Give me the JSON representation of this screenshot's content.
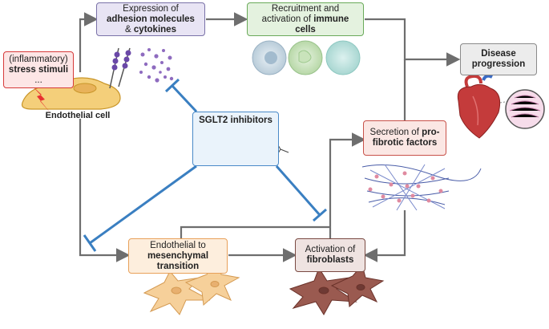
{
  "stress": {
    "line1": "(inflammatory)",
    "line2": "stress stimuli",
    "line3": "..."
  },
  "endothelial_cell": "Endothelial cell",
  "adhesion": {
    "line1": "Expression of",
    "bold1": "adhesion molecules",
    "line2": "& ",
    "bold2": "cytokines"
  },
  "recruitment": {
    "line1": "Recruitment and",
    "line2": "activation of ",
    "bold1": "immune",
    "bold2": "cells"
  },
  "disease": {
    "line1": "Disease",
    "line2": "progression"
  },
  "sglt2": "SGLT2 inhibitors",
  "secretion": {
    "line1": "Secretion of ",
    "bold1": "pro-",
    "bold2": "fibrotic factors"
  },
  "emt": {
    "line1": "Endothelial to",
    "bold1": "mesenchymal",
    "bold2": "transition"
  },
  "fibroblasts": {
    "line1": "Activation of",
    "bold1": "fibroblasts"
  },
  "colors": {
    "arrow": "#6e6e6e",
    "inhibit": "#3a7fc1",
    "stress_border": "#d63a3a",
    "adhesion_border": "#7a72a8",
    "immune_border": "#6aaa5a",
    "secretion_border": "#c8524a",
    "emt_border": "#e8a15a",
    "fibro_border": "#7a4a42",
    "sglt2_border": "#4a8ac8"
  }
}
